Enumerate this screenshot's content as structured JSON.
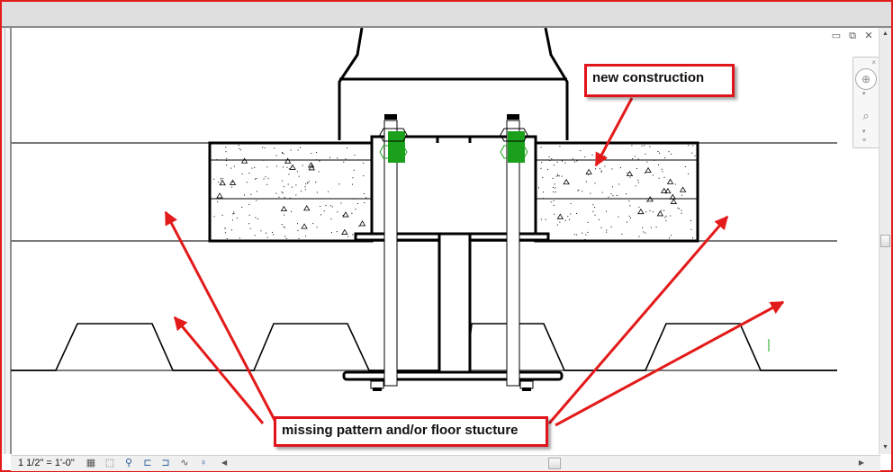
{
  "window": {
    "title": "",
    "controls": {
      "minimize_icon": "minimize-icon",
      "restore_icon": "restore-icon",
      "close_icon": "close-icon"
    }
  },
  "view": {
    "scale_label": "1 1/2\" = 1'-0\"",
    "annotations": [
      {
        "id": "new-construction",
        "text": "new construction"
      },
      {
        "id": "missing-pattern",
        "text": "missing pattern and/or floor stucture"
      }
    ]
  },
  "statusbar": {
    "icons": [
      "detail-level-icon",
      "visual-style-icon",
      "sun-path-off-icon",
      "shadows-icon",
      "crop-view-icon",
      "show-crop-region-icon",
      "temporary-hide-icon"
    ],
    "icon_glyphs": [
      "▦",
      "⬚",
      "⚲",
      "⊏",
      "⊐",
      "∿",
      "♀"
    ]
  },
  "navigation_bar": {
    "close": "×",
    "zoom_fit": "⊕",
    "zoom": "⌕",
    "caret": "▾",
    "menu": "≡"
  },
  "colors": {
    "frame_red": "#e21b1b",
    "callout_red": "#e0141a",
    "arrow_red": "#e31a1a",
    "anchor_green": "#1aa01a",
    "line_gray": "#808080"
  }
}
